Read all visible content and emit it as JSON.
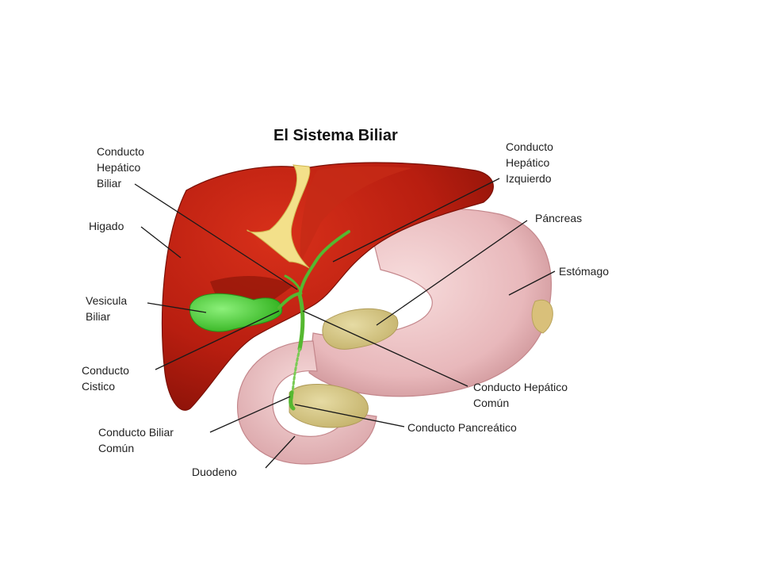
{
  "title": "El Sistema Biliar",
  "colors": {
    "liver": "#b81e10",
    "liver_dark": "#8a1208",
    "gallbladder": "#3fd62a",
    "stomach": "#edc2c4",
    "pancreas": "#d9cc8c",
    "bile_duct": "#55b830"
  },
  "labels": {
    "conducto_hepatico_biliar": [
      "Conducto",
      "Hepático",
      "Biliar"
    ],
    "higado": [
      "Higado"
    ],
    "vesicula_biliar": [
      "Vesicula",
      "Biliar"
    ],
    "conducto_cistico": [
      "Conducto",
      "Cistico"
    ],
    "conducto_biliar_comun": [
      "Conducto Biliar",
      "Común"
    ],
    "duodeno": [
      "Duodeno"
    ],
    "conducto_hepatico_izquierdo": [
      "Conducto",
      "Hepático",
      "Izquierdo"
    ],
    "pancreas": [
      "Páncreas"
    ],
    "estomago": [
      "Estómago"
    ],
    "conducto_hepatico_comun": [
      "Conducto Hepático",
      "Común"
    ],
    "conducto_pancreatico": [
      "Conducto Pancreático"
    ]
  }
}
